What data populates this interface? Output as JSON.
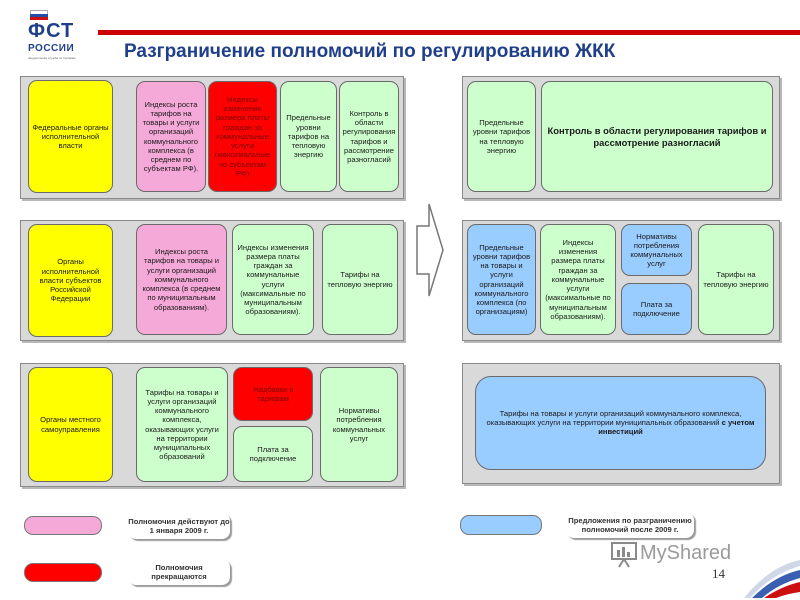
{
  "header": {
    "logo_line1": "ФСТ",
    "logo_line2": "РОССИИ",
    "logo_tagline": "федеральная служба по тарифам",
    "title": "Разграничение полномочий по регулированию ЖКК",
    "slide_number": "14",
    "watermark": "MyShared"
  },
  "colors": {
    "stripe_red": "#cc0000",
    "title_blue": "#1f3f8a",
    "level_yellow": "#ffff00",
    "before_2009_pink": "#f5a9d8",
    "terminated_red": "#ff0000",
    "green": "#ccffcc",
    "after_2009_blue": "#99ccff",
    "panel_gray": "#d9d9d9"
  },
  "left": {
    "row1": {
      "level": "Федеральные органы исполнительной власти",
      "b1": "Индексы роста тарифов на товары и услуги организаций коммунального комплекса (в среднем по субъектам РФ).",
      "b2": "Индексы изменения размера платы граждан за коммунальные услуги (максимальные по субъектам РФ)",
      "b3": "Предельные уровни тарифов на тепловую энергию",
      "b4": "Контроль в области регулирования тарифов и рассмотрение разногласий"
    },
    "row2": {
      "level": "Органы исполнительной власти субъектов Российской Федерации",
      "b1": "Индексы роста тарифов на товары и услуги организаций коммунального комплекса (в среднем по муниципальным образованиям).",
      "b2": "Индексы изменения размера платы граждан за коммунальные услуги (максимальные по муниципальным образованиям).",
      "b3": "Тарифы на тепловую энергию"
    },
    "row3": {
      "level": "Органы местного самоуправления",
      "b1": "Тарифы на товары и услуги организаций коммунального комплекса, оказывающих услуги на территории муниципальных образований",
      "b2": "Надбавки к тарифам",
      "b3": "Плата за подключение",
      "b4": "Нормативы потребления коммунальных услуг"
    }
  },
  "right": {
    "row1": {
      "b1": "Предельные уровни тарифов на тепловую энергию",
      "b2": "Контроль в области регулирования тарифов и рассмотрение разногласий"
    },
    "row2": {
      "b1": "Предельные уровни тарифов на товары и услуги организаций коммунального комплекса (по организациям)",
      "b2": "Индексы изменения размера платы граждан за коммунальные услуги (максимальные по муниципальным образованиям).",
      "b3": "Нормативы потребления коммунальных услуг",
      "b4": "Плата за подключение",
      "b5": "Тарифы на тепловую энергию"
    },
    "row3": {
      "b1_text": "Тарифы на товары и услуги организаций коммунального комплекса, оказывающих услуги на территории муниципальных образований",
      "b1_bold": "с учетом инвестиций"
    }
  },
  "legend": {
    "pink": "Полномочия действуют до 1 января 2009 г.",
    "red": "Полномочия прекращаются",
    "blue": "Предложения по разграничению полномочий после 2009 г."
  }
}
